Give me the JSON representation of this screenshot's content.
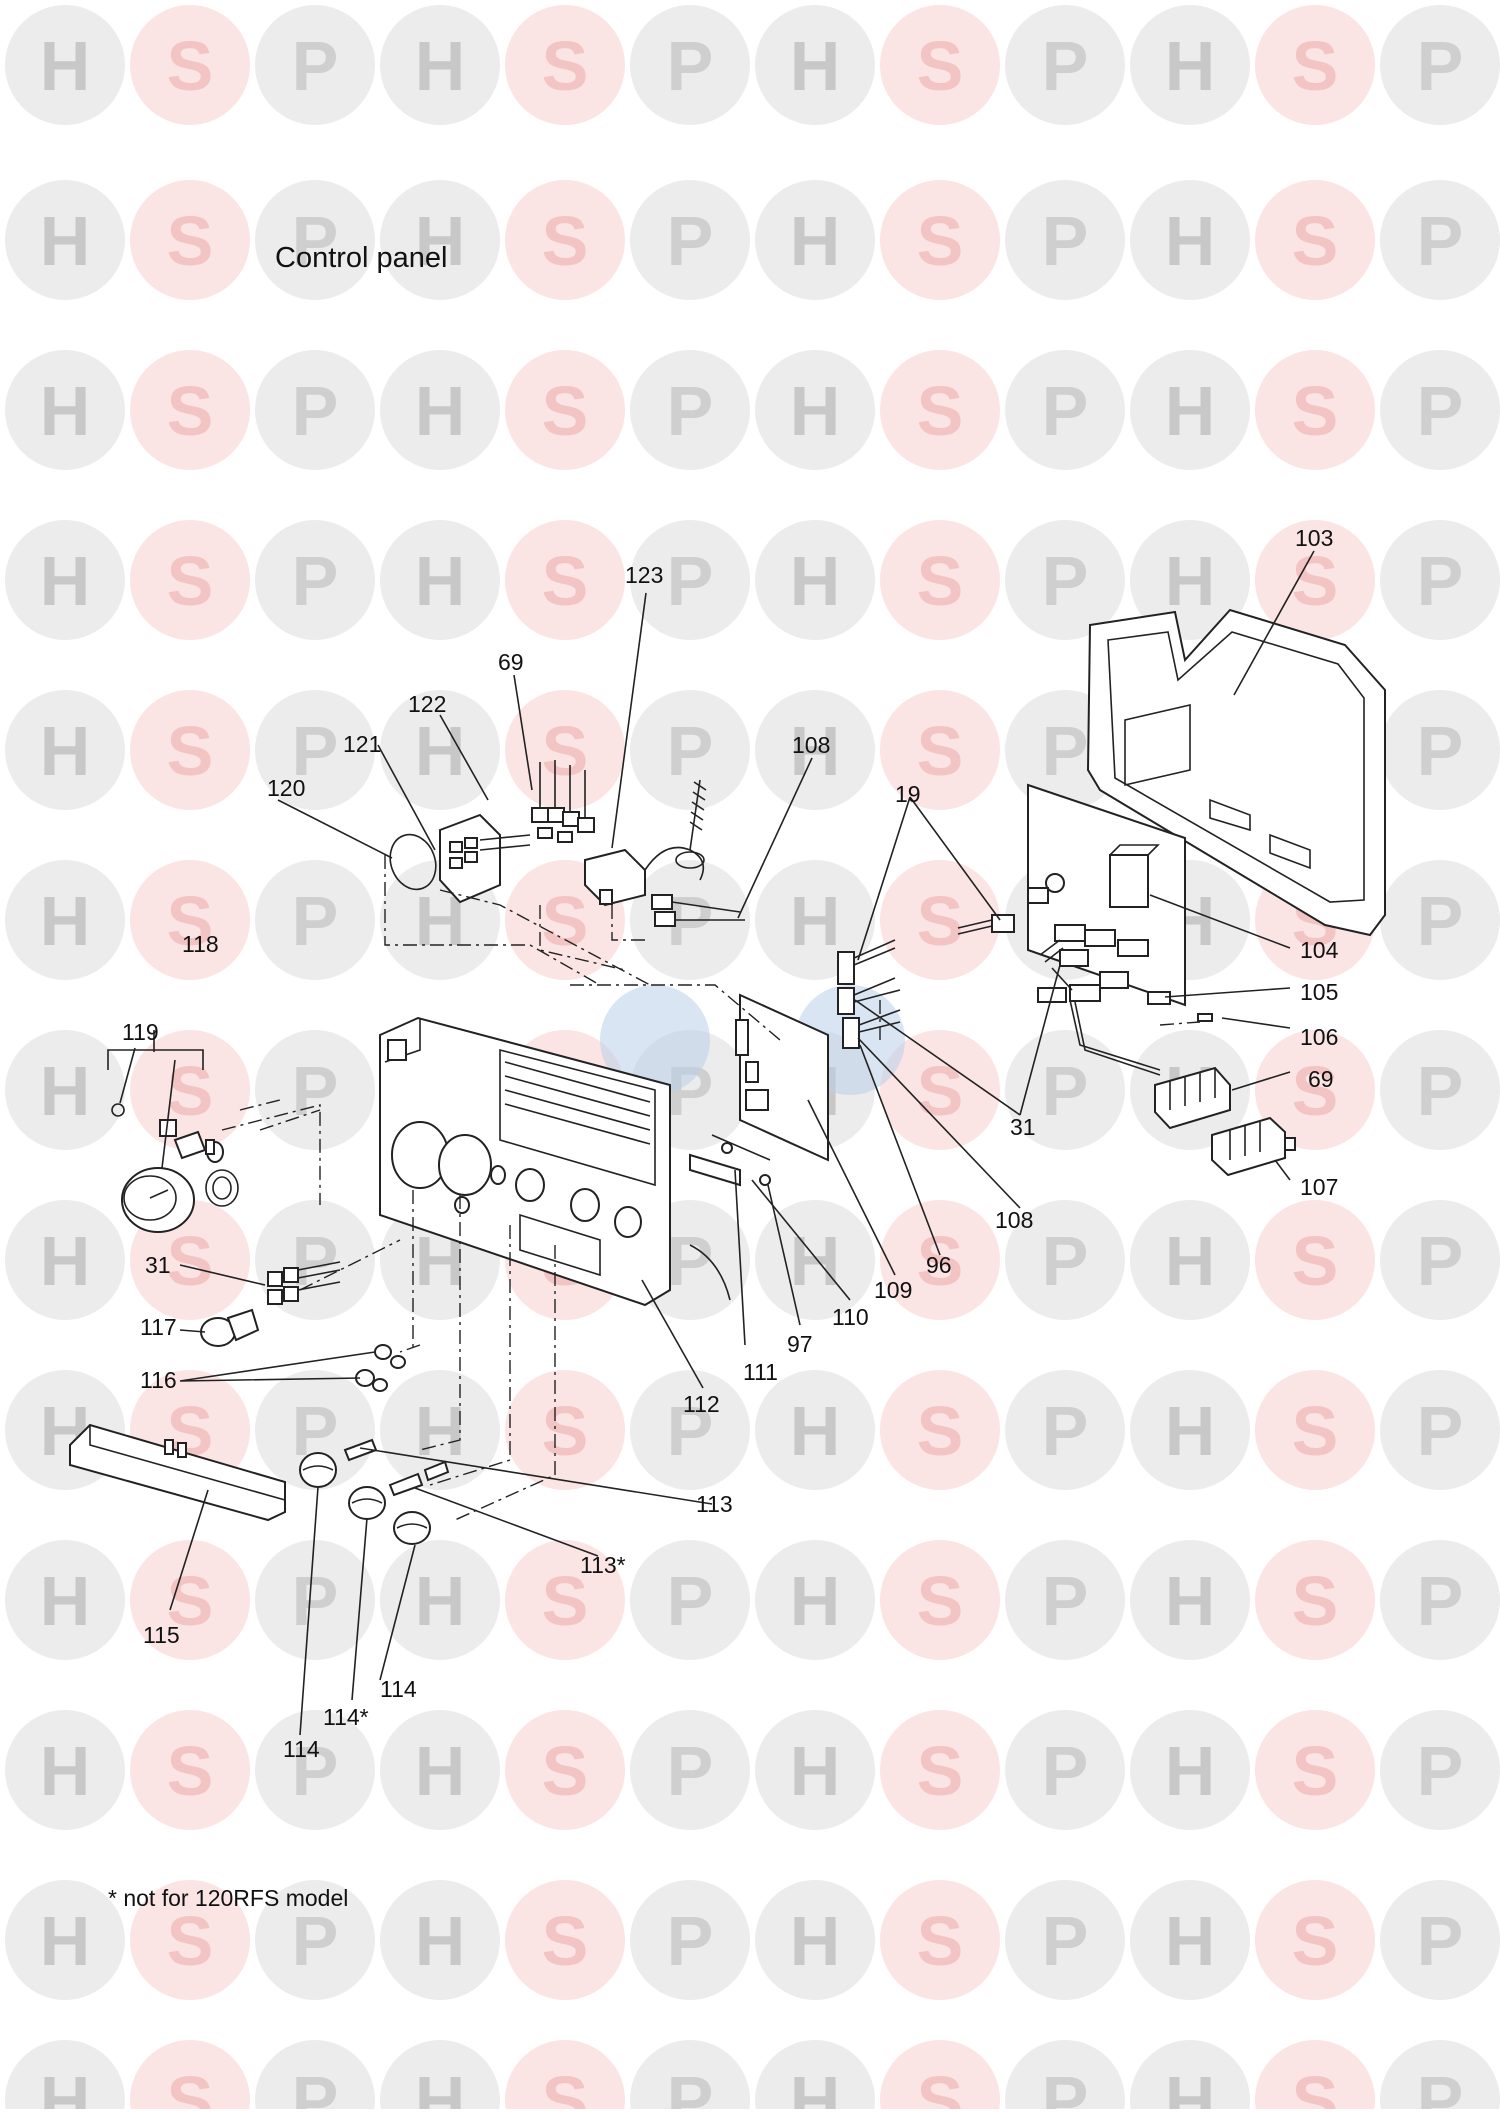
{
  "title": "Control panel",
  "footnote": "* not for 120RFS model",
  "watermark": {
    "letters": [
      "H",
      "S",
      "P"
    ],
    "colors": {
      "H": "#c8c8c8",
      "S": "#f3c4c4",
      "P": "#cfcfcf"
    },
    "circle": "#ececec",
    "circle_s": "#fbe4e4",
    "center_logo": "#b9d0ea"
  },
  "callouts": {
    "c103": "103",
    "c123": "123",
    "c69a": "69",
    "c122": "122",
    "c121": "121",
    "c108a": "108",
    "c120": "120",
    "c19": "19",
    "c118": "118",
    "c104": "104",
    "c105": "105",
    "c119": "119",
    "c106": "106",
    "c69b": "69",
    "c31a": "31",
    "c107": "107",
    "c108b": "108",
    "c31b": "31",
    "c96": "96",
    "c109": "109",
    "c110": "110",
    "c117": "117",
    "c97": "97",
    "c116": "116",
    "c111": "111",
    "c112": "112",
    "c113": "113",
    "c113s": "113*",
    "c115": "115",
    "c114a": "114",
    "c114s": "114*",
    "c114b": "114"
  }
}
